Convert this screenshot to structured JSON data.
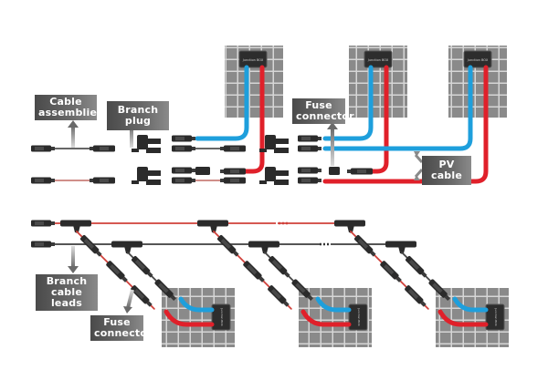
{
  "diagram": {
    "title": "PV connector system wiring diagram",
    "top_section": {
      "labels": {
        "cable_assemblies": [
          "Cable",
          "assemblies"
        ],
        "branch_plug": [
          "Branch plug"
        ],
        "fuse_connector": [
          "Fuse",
          "connector"
        ],
        "pv_cable": [
          "PV cable"
        ]
      },
      "panels": [
        {
          "junction_box": "Junction BOX"
        },
        {
          "junction_box": "Junction BOX"
        },
        {
          "junction_box": "Junction BOX"
        }
      ]
    },
    "bottom_section": {
      "labels": {
        "branch_cable_leads": [
          "Branch",
          "cable leads"
        ],
        "fuse_connector": [
          "Fuse",
          "connector"
        ]
      },
      "panels": [
        {
          "junction_box": "Junction BOX"
        },
        {
          "junction_box": "Junction BOX"
        },
        {
          "junction_box": "Junction BOX"
        }
      ]
    },
    "colors": {
      "positive_cable": "#e0202a",
      "negative_cable": "#1ea0dc",
      "panel_cell": "#8c8c8c",
      "panel_grid": "#d8d8d8",
      "connector": "#2a2a2a",
      "label_bg": "#5a5a5a"
    }
  }
}
